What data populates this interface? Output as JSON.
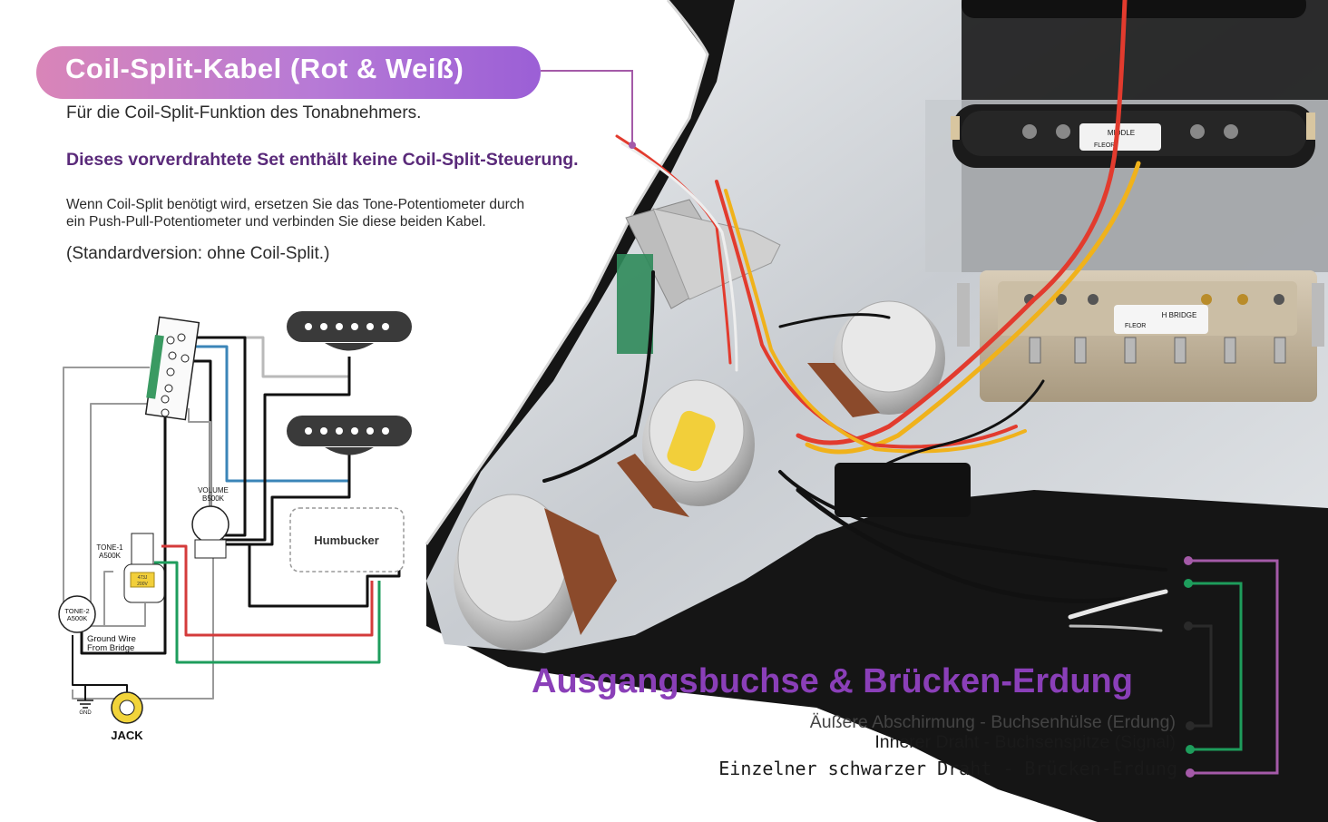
{
  "coil_split": {
    "title": "Coil-Split-Kabel (Rot & Weiß)",
    "line1": "Für die Coil-Split-Funktion des Tonabnehmers.",
    "line2": "Dieses vorverdrahtete Set enthält keine Coil-Split-Steuerung.",
    "line3": "Wenn Coil-Split benötigt wird, ersetzen Sie das Tone-Potentiometer durch",
    "line4": "ein Push-Pull-Potentiometer und verbinden Sie diese beiden Kabel.",
    "line5": "(Standardversion: ohne Coil-Split.)"
  },
  "diagram": {
    "volume": "VOLUME",
    "volume_value": "B500K",
    "tone1": "TONE-1",
    "tone1_value": "A500K",
    "tone2": "TONE-2",
    "tone2_value": "A500K",
    "cap_value": "473J",
    "cap_voltage": "200V",
    "humbucker": "Humbucker",
    "ground_wire_1": "Ground Wire",
    "ground_wire_2": "From Bridge",
    "gnd": "GND",
    "jack": "JACK"
  },
  "photo": {
    "middle_label": "MIDDLE",
    "bridge_label": "H BRIDGE",
    "brand": "FLEOR"
  },
  "output": {
    "title": "Ausgangsbuchse & Brücken-Erdung",
    "line1": "Äußere Abschirmung - Buchsenhülse (Erdung)",
    "line2": "Innerer Draht - Buchsenspitze (Signal)",
    "line3": "Einzelner schwarzer Draht - Brücken-Erdung"
  },
  "colors": {
    "purple": "#a45aa8",
    "green": "#1e9d5c",
    "black_wire": "#222222",
    "red_wire": "#d43b3b",
    "blue_wire": "#3b85b8"
  }
}
